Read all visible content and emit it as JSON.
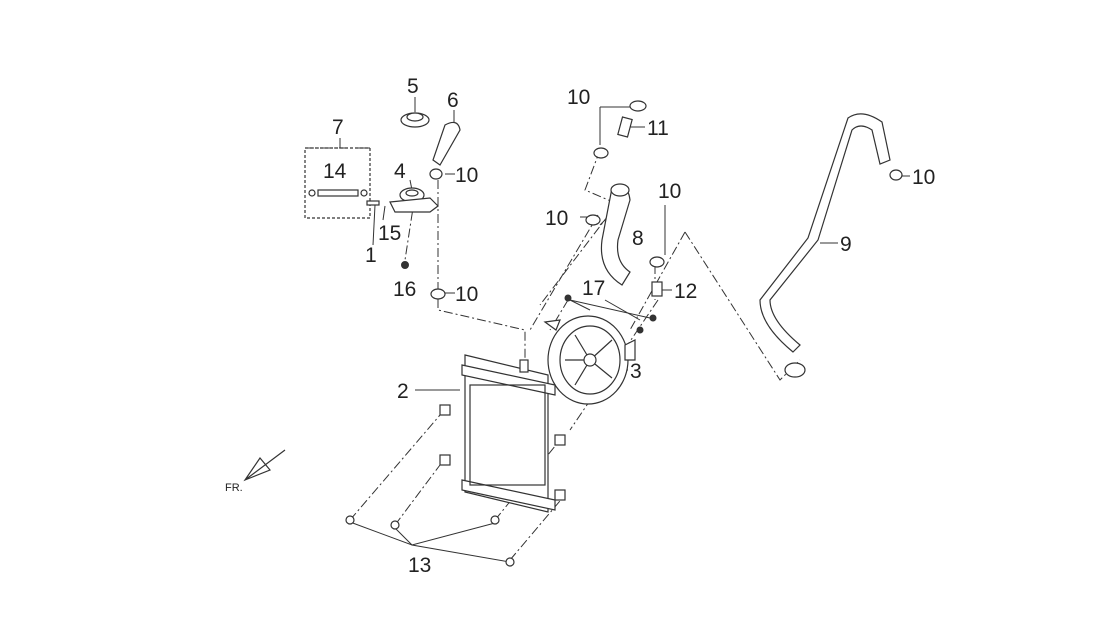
{
  "callouts": {
    "c1": "1",
    "c2": "2",
    "c3": "3",
    "c4": "4",
    "c5": "5",
    "c6": "6",
    "c7": "7",
    "c8": "8",
    "c9": "9",
    "c10a": "10",
    "c10b": "10",
    "c10c": "10",
    "c10d": "10",
    "c10e": "10",
    "c10f": "10",
    "c11": "11",
    "c12": "12",
    "c13": "13",
    "c14": "14",
    "c15": "15",
    "c16": "16",
    "c17": "17"
  },
  "direction_label": "FR."
}
